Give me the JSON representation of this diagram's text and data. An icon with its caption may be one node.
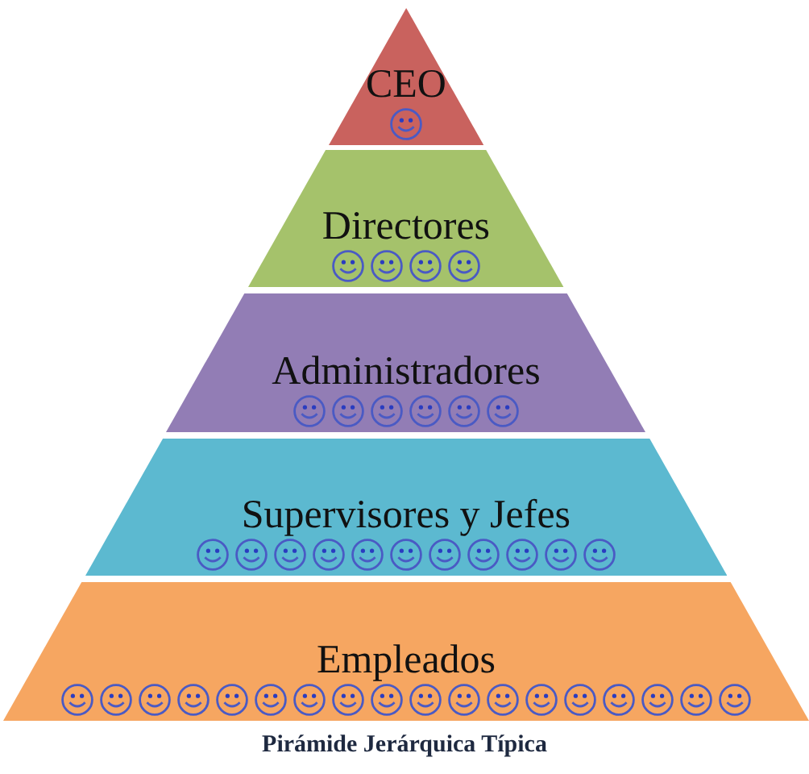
{
  "diagram": {
    "caption": "Pirámide Jerárquica Típica",
    "nodes": [
      {
        "text": [
          "CEO"
        ]
      },
      {
        "text": [
          "Directores"
        ]
      },
      {
        "text": [
          "Administradores"
        ]
      },
      {
        "text": [
          "Supervisores y Jefes"
        ]
      },
      {
        "text": [
          "Empleados"
        ]
      }
    ]
  }
}
